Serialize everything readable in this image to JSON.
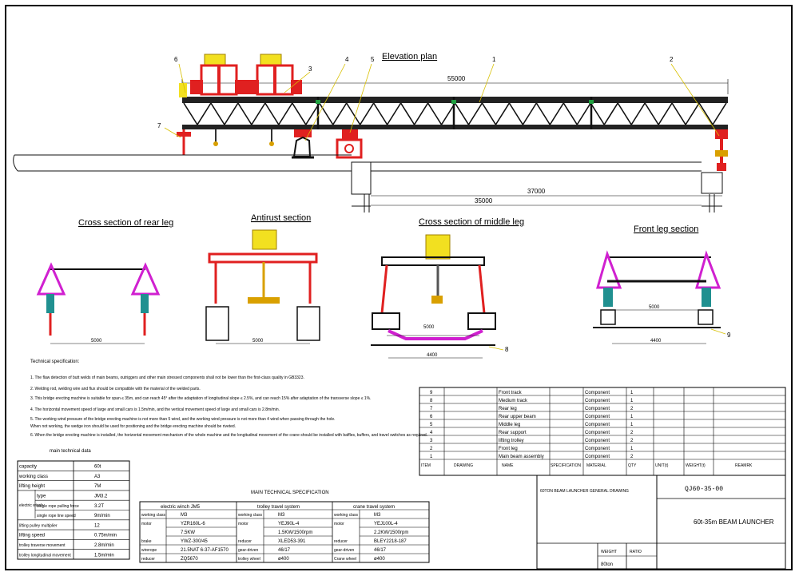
{
  "titles": {
    "elevation": "Elevation plan",
    "rear_leg": "Cross section of rear leg",
    "antirust": "Antirust section",
    "middle_leg": "Cross section of middle leg",
    "front_leg": "Front leg section"
  },
  "dims": {
    "overall": "55000",
    "rail": "37000",
    "span": "35000",
    "rear_width": "5000",
    "antirust_width": "5000",
    "middle_width": "5000",
    "middle_track": "4400",
    "front_width": "5000",
    "front_track": "4400"
  },
  "callouts": [
    "1",
    "2",
    "3",
    "4",
    "5",
    "6",
    "7",
    "8",
    "9"
  ],
  "tech_spec": {
    "heading": "Technical specification:",
    "notes": [
      "1. The flaw detection of butt welds of main beams, outriggers and other main stressed components shall not be lower than the first-class quality in GB3323.",
      "2. Welding rod, welding wire and flux should be compatible with the material of the welded parts.",
      "3. This bridge erecting machine is suitable for span ≤ 35m, and can reach 45° after the adaptation of longitudinal slope ≤ 2.5%, and can reach 15% after adaptation of the transverse slope ≤ 1%.",
      "4. The horizontal movement speed of large and small cars is 1.5m/min, and the vertical movement speed of large and small cars is 2.8m/min.",
      "5. The working wind pressure of the bridge erecting machine is not more than 5 wind, and the working wind pressure is not more than 4 wind when passing through the hole.",
      "When not working, the wedge iron should be used for positioning and the bridge erecting machine should be riveted.",
      "6. When the bridge erecting machine is installed, the horizontal movement mechanism of the whole machine and the longitudinal movement of the crane should be installed with baffles, buffers, and travel switches as required."
    ]
  },
  "main_data": {
    "caption": "main technical data",
    "rows": [
      {
        "label": "capacity",
        "value": "60t"
      },
      {
        "label": "working class",
        "value": "A3"
      },
      {
        "label": "lifting height",
        "value": "7M"
      },
      {
        "label": "type",
        "value": "JM3.2"
      },
      {
        "label": "single rope pulling force",
        "value": "3.2T"
      },
      {
        "label": "single rope line speed",
        "value": "9m/min"
      },
      {
        "label": "lifting pulley multiplier",
        "value": "12"
      },
      {
        "label": "lifting speed",
        "value": "0.75m/min"
      },
      {
        "label": "trolley traverse movement",
        "value": "2.8m/min"
      },
      {
        "label": "trolley longitudinal movement",
        "value": "1.5m/min"
      }
    ],
    "group_label": "electric winch"
  },
  "main_spec": {
    "caption": "MAIN TECHNICAL SPECIFICATION",
    "groups": [
      {
        "name": "electric winch JM5",
        "rows": [
          [
            "working class",
            "M3"
          ],
          [
            "motor",
            "YZR160L-6"
          ],
          [
            "",
            "7.5KW"
          ],
          [
            "brake",
            "YWZ-300/45"
          ],
          [
            "wirerope",
            "21.5NAT 6-37-AF1570"
          ],
          [
            "reducer",
            "ZQ5670"
          ]
        ]
      },
      {
        "name": "trolley travel system",
        "rows": [
          [
            "working class",
            "M3"
          ],
          [
            "motor",
            "YEJ90L-4"
          ],
          [
            "",
            "1.5KW/1500rpm"
          ],
          [
            "reducer",
            "XLED53-391"
          ],
          [
            "gear-driven",
            "46/17"
          ],
          [
            "trolley wheel",
            "ø400"
          ]
        ]
      },
      {
        "name": "crane travel system",
        "rows": [
          [
            "working class",
            "M3"
          ],
          [
            "motor",
            "YEJ100L-4"
          ],
          [
            "",
            "2.2KW/1500rpm"
          ],
          [
            "reducer",
            "BLEY2218-187"
          ],
          [
            "gear-driven",
            "46/17"
          ],
          [
            "Crane wheel",
            "ø400"
          ]
        ]
      }
    ]
  },
  "bom": {
    "rows": [
      {
        "no": "9",
        "name": "Front track",
        "material": "Component",
        "qty": "1"
      },
      {
        "no": "8",
        "name": "Medium track",
        "material": "Component",
        "qty": "1"
      },
      {
        "no": "7",
        "name": "Rear leg",
        "material": "Component",
        "qty": "2"
      },
      {
        "no": "6",
        "name": "Rear upper beam",
        "material": "Component",
        "qty": "1"
      },
      {
        "no": "5",
        "name": "Middle leg",
        "material": "Component",
        "qty": "1"
      },
      {
        "no": "4",
        "name": "Rear support",
        "material": "Component",
        "qty": "2"
      },
      {
        "no": "3",
        "name": "lifting trolley",
        "material": "Component",
        "qty": "2"
      },
      {
        "no": "2",
        "name": "Front leg",
        "material": "Component",
        "qty": "1"
      },
      {
        "no": "1",
        "name": "Main beam assembly",
        "material": "Component",
        "qty": "2"
      }
    ],
    "headers": [
      "ITEM",
      "DRAWING",
      "NAME",
      "SPECIFICATION",
      "MATERIAL",
      "QTY",
      "UNIT(t)",
      "WEIGHT(t)",
      "REAMRK"
    ]
  },
  "title_block": {
    "drawing_title": "60TON BEAM LAUNCHER GENERAL DRAWING",
    "code": "QJ60-35-00",
    "name": "60t-35m BEAM LAUNCHER",
    "weight_label": "WEIGHT",
    "ratio_label": "RATIO",
    "weight": "80ton"
  },
  "colors": {
    "truss": "#111111",
    "winch": "#e02020",
    "trolley": "#f2e020",
    "leg": "#d020d0",
    "support": "#209090"
  }
}
